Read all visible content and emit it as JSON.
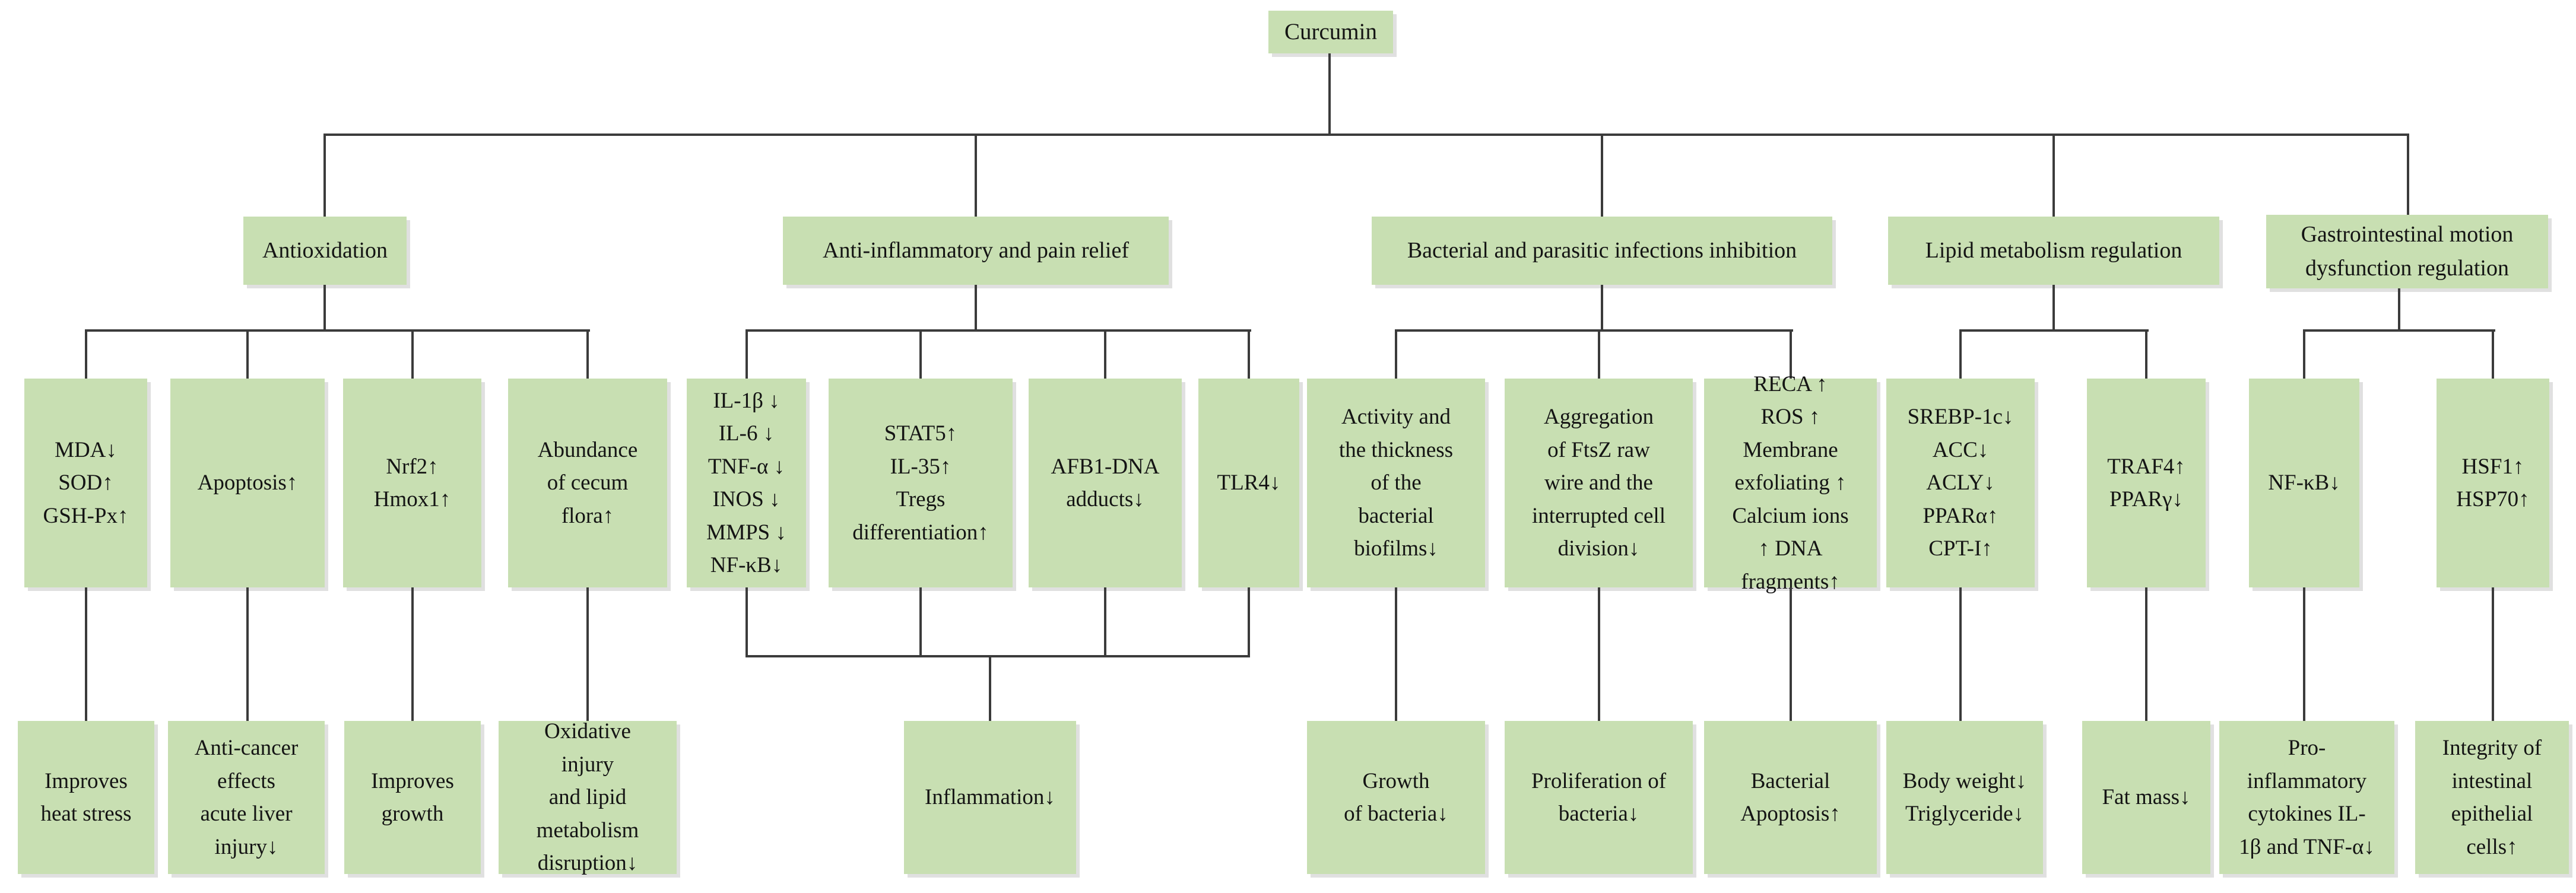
{
  "figure": {
    "type": "hierarchy-flowchart",
    "background_color": "#ffffff",
    "node_fill_color": "#c8dfb2",
    "line_color": "#3b3b3b",
    "text_color": "#141414"
  },
  "root": {
    "label": "Curcumin"
  },
  "branches": [
    {
      "label": "Antioxidation",
      "mechanisms": [
        {
          "text": "MDA↓\nSOD↑\nGSH-Px↑"
        },
        {
          "text": "Apoptosis↑"
        },
        {
          "text": "Nrf2↑\nHmox1↑"
        },
        {
          "text": "Abundance\nof cecum\nflora↑"
        }
      ],
      "outcomes": [
        {
          "text": "Improves\nheat stress"
        },
        {
          "text": "Anti-cancer\neffects\nacute liver\ninjury↓"
        },
        {
          "text": "Improves\ngrowth"
        },
        {
          "text": "Oxidative\ninjury\nand lipid\nmetabolism\ndisruption↓"
        }
      ]
    },
    {
      "label": "Anti-inflammatory and pain relief",
      "mechanisms": [
        {
          "text": "IL-1β ↓\nIL-6 ↓\nTNF-α ↓\nINOS ↓\nMMPS ↓\nNF-κB↓"
        },
        {
          "text": "STAT5↑\nIL-35↑\nTregs\ndifferentiation↑"
        },
        {
          "text": "AFB1-DNA\nadducts↓"
        },
        {
          "text": "TLR4↓"
        }
      ],
      "outcomes": [
        {
          "text": "Inflammation↓"
        }
      ]
    },
    {
      "label": "Bacterial and parasitic infections inhibition",
      "mechanisms": [
        {
          "text": "Activity and\nthe thickness\nof the\nbacterial\nbiofilms↓"
        },
        {
          "text": "Aggregation\nof FtsZ raw\nwire and the\ninterrupted cell\ndivision↓"
        },
        {
          "text": "RECA ↑\nROS ↑\nMembrane\nexfoliating ↑\nCalcium ions\n↑ DNA\nfragments↑"
        }
      ],
      "outcomes": [
        {
          "text": "Growth\nof bacteria↓"
        },
        {
          "text": "Proliferation of\nbacteria↓"
        },
        {
          "text": "Bacterial\nApoptosis↑"
        }
      ]
    },
    {
      "label": "Lipid metabolism regulation",
      "mechanisms": [
        {
          "text": "SREBP-1c↓\nACC↓\nACLY↓\nPPARα↑\nCPT-I↑"
        },
        {
          "text": "TRAF4↑\nPPARγ↓"
        }
      ],
      "outcomes": [
        {
          "text": "Body weight↓\nTriglyceride↓"
        },
        {
          "text": "Fat mass↓"
        }
      ]
    },
    {
      "label": "Gastrointestinal motion\ndysfunction regulation",
      "mechanisms": [
        {
          "text": "NF-κB↓"
        },
        {
          "text": "HSF1↑\nHSP70↑"
        }
      ],
      "outcomes": [
        {
          "text": "Pro-\ninflammatory\ncytokines IL-\n1β and TNF-α↓"
        },
        {
          "text": "Integrity of\nintestinal\nepithelial\ncells↑"
        }
      ]
    }
  ]
}
